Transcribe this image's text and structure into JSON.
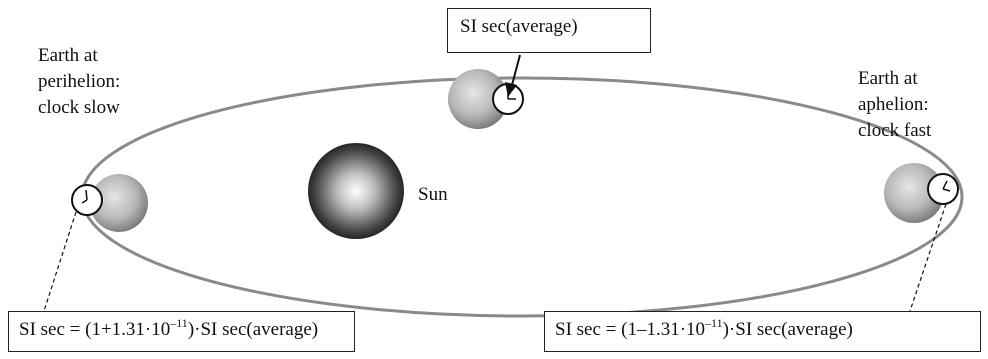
{
  "labels": {
    "perihelion": [
      "Earth at",
      "perihelion:",
      "clock slow"
    ],
    "aphelion": [
      "Earth at",
      "aphelion:",
      "clock fast"
    ],
    "sun": "Sun"
  },
  "boxes": {
    "average": "SI sec(average)",
    "perihelion": {
      "prefix": "SI sec = (1+1.31·10",
      "exponent": "–11",
      "suffix": ")·SI sec(average)"
    },
    "aphelion": {
      "prefix": "SI sec = (1–1.31·10",
      "exponent": "–11",
      "suffix": ")·SI sec(average)"
    }
  },
  "icons": [
    "sun-icon",
    "earth-icon",
    "clock-icon",
    "arrow-icon"
  ],
  "colors": {
    "orbit": "#8a8a8a",
    "earth_light": "#e6e6e6",
    "earth_dark": "#7a7a7a",
    "sun_light": "#ffffff",
    "sun_dark": "#111111"
  }
}
